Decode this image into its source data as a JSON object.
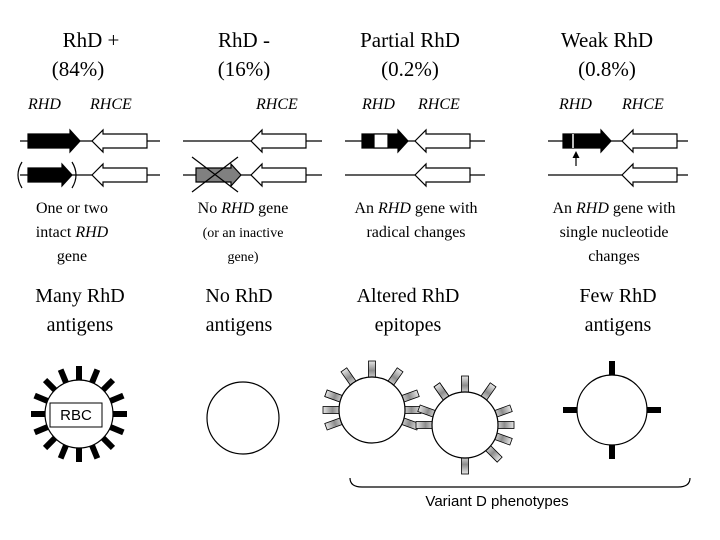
{
  "columns": [
    {
      "header": [
        "RhD +",
        "(84%)"
      ],
      "gene_labels": [
        "RHD",
        "RHCE"
      ],
      "description": [
        [
          "One or two"
        ],
        [
          "intact ",
          {
            "i": "RHD"
          }
        ],
        [
          "gene"
        ]
      ],
      "phenotype": [
        "Many RhD",
        "antigens"
      ],
      "cell_label": "RBC"
    },
    {
      "header": [
        "RhD -",
        "(16%)"
      ],
      "gene_labels": [
        "RHCE"
      ],
      "description": [
        [
          "No ",
          {
            "i": "RHD"
          },
          " gene"
        ],
        [
          "(or an inactive"
        ],
        [
          "gene)"
        ]
      ],
      "phenotype": [
        "No RhD",
        "antigens"
      ]
    },
    {
      "header": [
        "Partial RhD",
        "(0.2%)"
      ],
      "gene_labels": [
        "RHD",
        "RHCE"
      ],
      "description": [
        [
          "An ",
          {
            "i": "RHD"
          },
          " gene with"
        ],
        [
          "radical changes"
        ]
      ],
      "phenotype": [
        "Altered RhD",
        "epitopes"
      ]
    },
    {
      "header": [
        "Weak RhD",
        "(0.8%)"
      ],
      "gene_labels": [
        "RHD",
        "RHCE"
      ],
      "description": [
        [
          "An ",
          {
            "i": "RHD"
          },
          " gene with"
        ],
        [
          "single nucleotide"
        ],
        [
          "changes"
        ]
      ],
      "phenotype": [
        "Few RhD",
        "antigens"
      ]
    }
  ],
  "bracket_label": "Variant D phenotypes",
  "colors": {
    "line": "#000000",
    "intact_gene": "#000000",
    "inactive_gene": "#808080",
    "altered_antigen": "#b8b8b8"
  }
}
